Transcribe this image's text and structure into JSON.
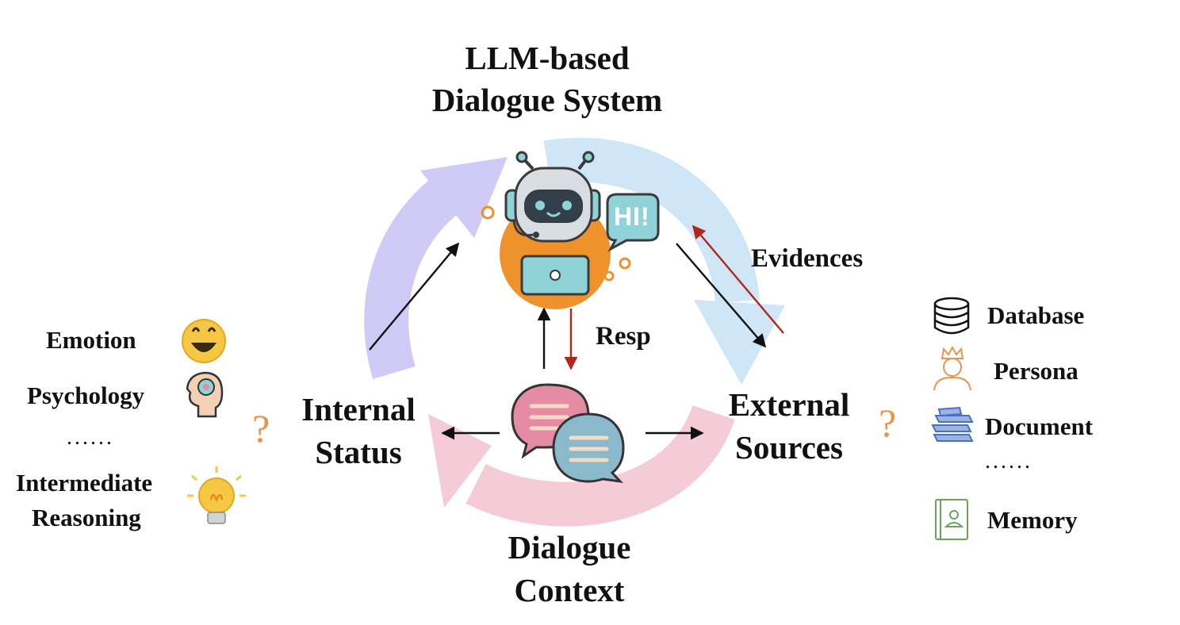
{
  "title": {
    "line1": "LLM-based",
    "line2": "Dialogue System"
  },
  "nodes": {
    "internal_status": {
      "line1": "Internal",
      "line2": "Status"
    },
    "external_sources": {
      "line1": "External",
      "line2": "Sources"
    },
    "dialogue_context": {
      "line1": "Dialogue",
      "line2": "Context"
    }
  },
  "edges": {
    "evidences": "Evidences",
    "resp": "Resp"
  },
  "robot_bubble": "HI!",
  "internal_items": [
    {
      "label": "Emotion",
      "icon": "smiley-icon"
    },
    {
      "label": "Psychology",
      "icon": "head-brain-icon"
    },
    {
      "label": "......",
      "icon": ""
    },
    {
      "label": "Intermediate",
      "label2": "Reasoning",
      "icon": "lightbulb-icon"
    }
  ],
  "external_items": [
    {
      "label": "Database",
      "icon": "database-icon"
    },
    {
      "label": "Persona",
      "icon": "persona-icon"
    },
    {
      "label": "Document",
      "icon": "books-icon"
    },
    {
      "label": "......",
      "icon": ""
    },
    {
      "label": "Memory",
      "icon": "memory-book-icon"
    }
  ],
  "question_mark": "?",
  "colors": {
    "cycle_purple": "#cfcaf6",
    "cycle_blue": "#cfe6f7",
    "cycle_pink": "#f5cbd8",
    "arrow_black": "#111111",
    "arrow_red": "#b0271c",
    "robot_orange": "#f0922b",
    "robot_teal": "#8fd3d8"
  }
}
